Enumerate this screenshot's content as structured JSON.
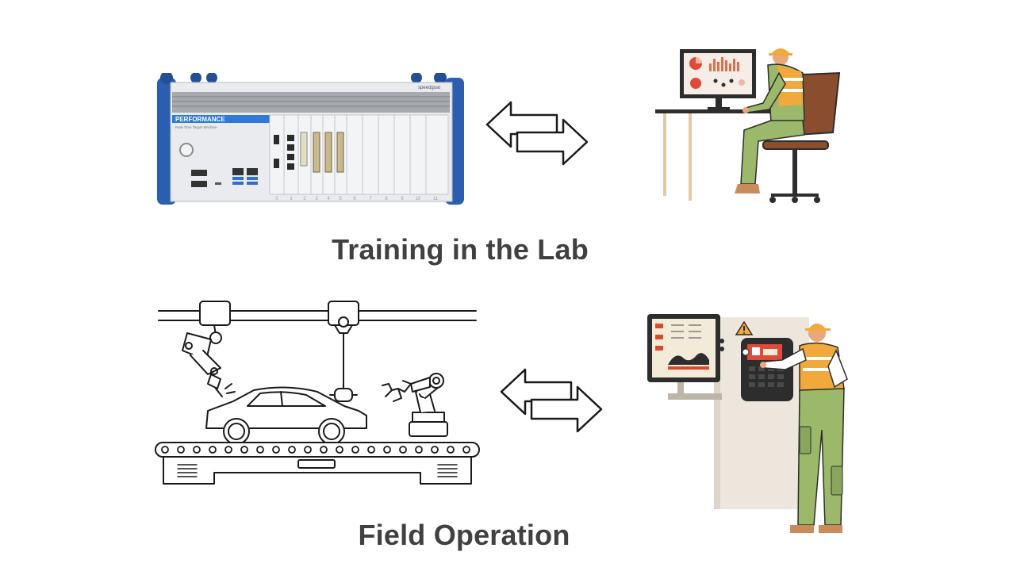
{
  "diagram": {
    "captions": {
      "lab": "Training in the Lab",
      "field": "Field Operation"
    },
    "device": {
      "front_label": "PERFORMANCE",
      "front_sublabel": "Real-Time Target Machine",
      "brand": "speedgoat",
      "slot_numbers": [
        "0",
        "1",
        "2",
        "3",
        "4",
        "5",
        "6",
        "7",
        "8",
        "9",
        "10",
        "11"
      ]
    },
    "icons": {
      "lab_exchange": "bidirectional-arrows-icon",
      "field_exchange": "bidirectional-arrows-icon",
      "warning": "warning-triangle-icon"
    },
    "colors": {
      "device_blue": "#2a5fb0",
      "device_silver": "#e9ebee",
      "label_blue": "#2f7ad6",
      "worker_vest": "#f0a93a",
      "worker_shirt": "#9cb86a",
      "chair_brown": "#8a4e2e",
      "panel_beige": "#ece6dc",
      "caption_gray": "#404040"
    }
  }
}
